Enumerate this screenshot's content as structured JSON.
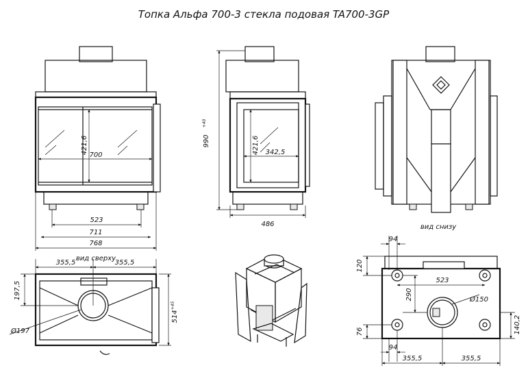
{
  "title": "Топка Альфа 700-3 стекла подовая TA700-3GP",
  "views": {
    "front": {
      "overall_width": "768",
      "body_width": "711",
      "legs_span": "523",
      "glass_width": "700",
      "glass_height": "421,6"
    },
    "side": {
      "height": "990",
      "height_tol": "+40",
      "glass_height": "421,6",
      "glass_width": "342,5",
      "depth": "486"
    },
    "back": {
      "caption": "вид снизу"
    },
    "top": {
      "caption": "вид сверху",
      "left_offset": "355,5",
      "right_offset": "355,5",
      "front_offset": "197,5",
      "flue_diameter": "Ø197",
      "depth": "514",
      "depth_tol": "+45"
    },
    "bottom": {
      "top_margin": "94",
      "left_offset": "120",
      "legs_span": "523",
      "center_offset": "290",
      "air_diameter": "Ø150",
      "right_offset": "140,2",
      "bottom_margin": "76",
      "foot_margin": "94",
      "left_width": "355,5",
      "right_width": "355,5"
    }
  }
}
